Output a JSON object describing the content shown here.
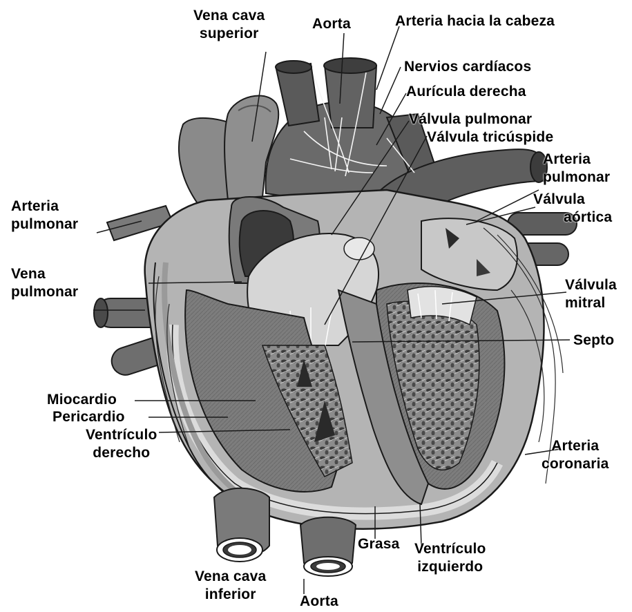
{
  "labels": {
    "vena_cava_superior": [
      "Vena cava",
      "superior"
    ],
    "aorta_top": "Aorta",
    "arteria_cabeza": "Arteria hacia la cabeza",
    "nervios": "Nervios cardíacos",
    "auricula_derecha": "Aurícula derecha",
    "valvula_pulmonar": "Válvula pulmonar",
    "valvula_tricuspide": "Válvula tricúspide",
    "arteria_pulmonar_right": [
      "Arteria",
      "pulmonar"
    ],
    "valvula_aortica": [
      "Válvula",
      "aórtica"
    ],
    "arteria_pulmonar_left": [
      "Arteria",
      "pulmonar"
    ],
    "vena_pulmonar": [
      "Vena",
      "pulmonar"
    ],
    "valvula_mitral": [
      "Válvula",
      "mitral"
    ],
    "septo": "Septo",
    "miocardio": "Miocardio",
    "pericardio": "Pericardio",
    "ventriculo_derecho": [
      "Ventrículo",
      "derecho"
    ],
    "arteria_coronaria": [
      "Arteria",
      "coronaria"
    ],
    "grasa": "Grasa",
    "ventriculo_izquierdo": [
      "Ventrículo",
      "izquierdo"
    ],
    "vena_cava_inferior": [
      "Vena cava",
      "inferior"
    ],
    "aorta_bottom": "Aorta"
  },
  "colors": {
    "vessel_dark": "#5c5c5c",
    "vessel_mid": "#8a8a8a",
    "tissue": "#bdbdbd",
    "tissue_light": "#dcdcdc",
    "line": "#1a1a1a",
    "nerve": "#f4f4f4",
    "fat": "#e4e4e4"
  }
}
